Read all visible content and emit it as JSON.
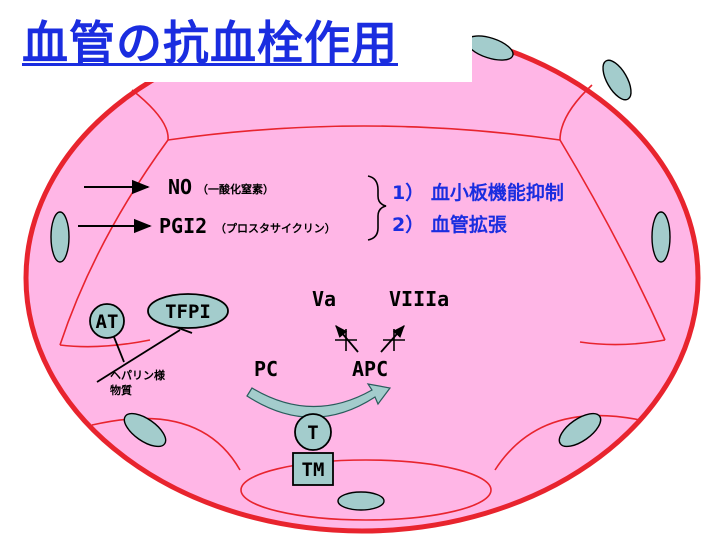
{
  "title": "血管の抗血栓作用",
  "colors": {
    "vessel_fill": "#ffb6e6",
    "vessel_stroke": "#e8242e",
    "cell_fill": "#a3cccc",
    "text_blue": "#1a2de0",
    "box_fill": "#a3cccc"
  },
  "labels": {
    "no": "NO",
    "no_note": "（一酸化窒素）",
    "pgi2": "PGI2",
    "pgi2_note": "（プロスタサイクリン）",
    "effect_1": "1） 血小板機能抑制",
    "effect_2": "2） 血管拡張",
    "at": "AT",
    "tfpi": "TFPI",
    "heparin_like": "ヘパリン様",
    "substance": "物質",
    "va": "Va",
    "viiia": "VIIIa",
    "pc": "PC",
    "apc": "APC",
    "t": "T",
    "tm": "TM"
  }
}
